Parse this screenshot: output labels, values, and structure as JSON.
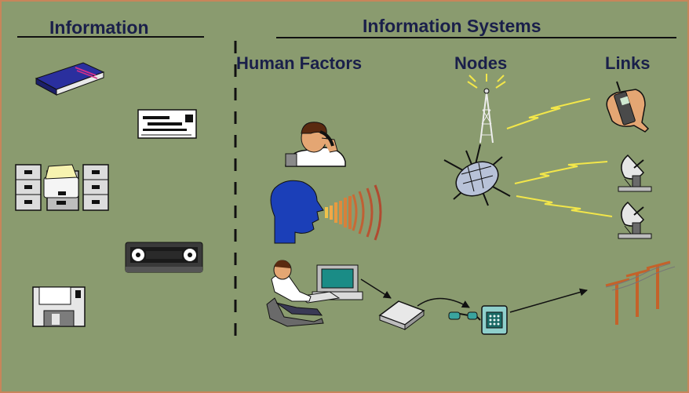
{
  "left_section": {
    "title": "Information"
  },
  "right_section": {
    "title": "Information Systems",
    "columns": [
      {
        "label": "Human Factors"
      },
      {
        "label": "Nodes"
      },
      {
        "label": "Links"
      }
    ]
  },
  "icons": {
    "information": [
      "book-icon",
      "document-icon",
      "file-cabinet-icon",
      "videotape-icon",
      "floppy-disk-icon"
    ],
    "human_factors": [
      "person-on-phone-icon",
      "speaking-head-icon",
      "computer-user-icon"
    ],
    "nodes": [
      "radio-tower-icon",
      "satellite-icon",
      "modem-icon",
      "telephone-icon"
    ],
    "links": [
      "cell-phone-hand-icon",
      "satellite-dish-icon",
      "satellite-dish-icon",
      "utility-poles-icon"
    ]
  },
  "colors": {
    "background": "#8a9b6f",
    "border": "#c8855a",
    "heading_text": "#1a1f4a",
    "signal": "#f2e64a"
  }
}
